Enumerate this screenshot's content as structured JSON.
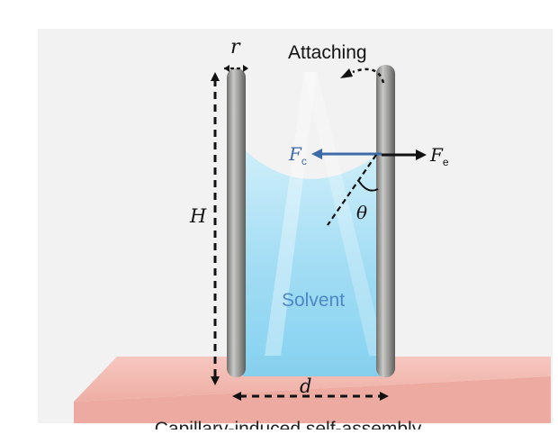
{
  "figure": {
    "label_r": "r",
    "label_attaching": "Attaching",
    "label_fc": "F",
    "label_fc_sub": "c",
    "label_fe": "F",
    "label_fe_sub": "e",
    "label_theta": "θ",
    "label_h": "H",
    "label_solvent": "Solvent",
    "label_d": "d",
    "caption": "Capillary-induced self-assembly"
  },
  "colors": {
    "background_panel": "#f1f1f1",
    "substrate": "#f0b7ad",
    "solvent": "#8fd8f0",
    "rod": "#9a9a98",
    "fc_arrow": "#3d6aa8",
    "solvent_text": "#4f86c6"
  }
}
